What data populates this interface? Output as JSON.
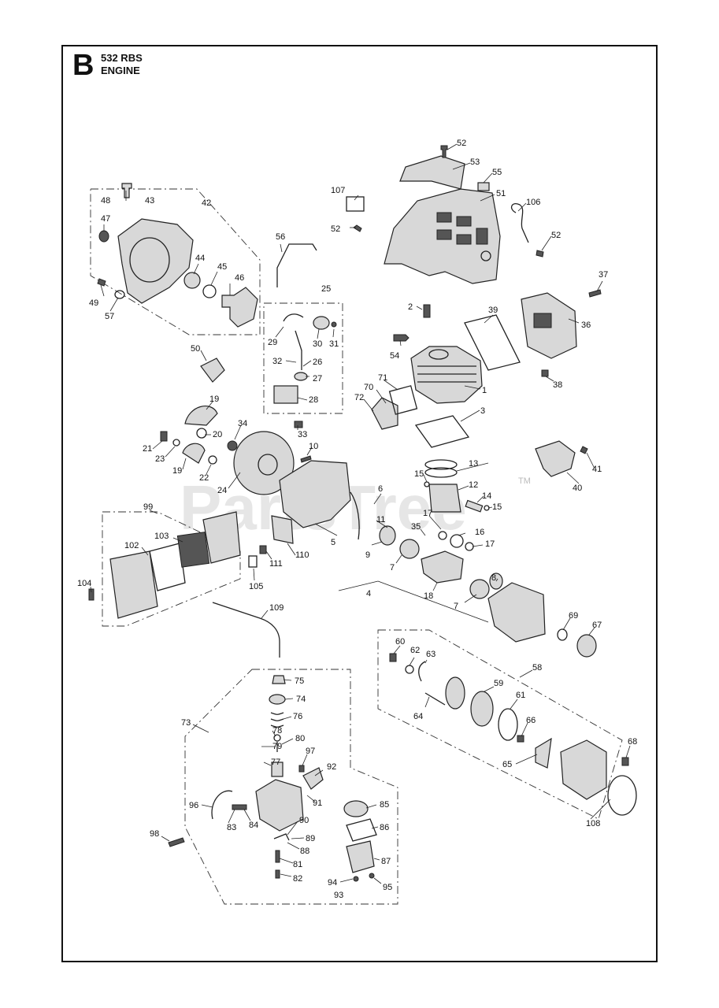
{
  "header": {
    "section_letter": "B",
    "model": "532 RBS",
    "subtitle": "ENGINE"
  },
  "watermark": {
    "text": "PartsTree",
    "trademark": "TM"
  },
  "part_numbers": [
    "52",
    "53",
    "55",
    "107",
    "51",
    "106",
    "52",
    "52",
    "48",
    "43",
    "42",
    "47",
    "56",
    "49",
    "57",
    "44",
    "45",
    "46",
    "25",
    "37",
    "2",
    "39",
    "36",
    "54",
    "29",
    "30",
    "31",
    "32",
    "26",
    "27",
    "38",
    "1",
    "71",
    "70",
    "72",
    "3",
    "28",
    "50",
    "19",
    "34",
    "20",
    "33",
    "21",
    "23",
    "10",
    "19",
    "22",
    "24",
    "41",
    "40",
    "13",
    "15",
    "12",
    "14",
    "15",
    "6",
    "11",
    "35",
    "16",
    "17",
    "17",
    "99",
    "5",
    "103",
    "102",
    "9",
    "7",
    "111",
    "110",
    "104",
    "105",
    "18",
    "4",
    "8",
    "7",
    "109",
    "69",
    "67",
    "60",
    "58",
    "62",
    "63",
    "75",
    "73",
    "74",
    "59",
    "61",
    "64",
    "76",
    "78",
    "80",
    "66",
    "68",
    "79",
    "97",
    "77",
    "92",
    "65",
    "108",
    "85",
    "96",
    "83",
    "84",
    "91",
    "90",
    "86",
    "89",
    "98",
    "88",
    "87",
    "81",
    "94",
    "95",
    "82",
    "93"
  ]
}
